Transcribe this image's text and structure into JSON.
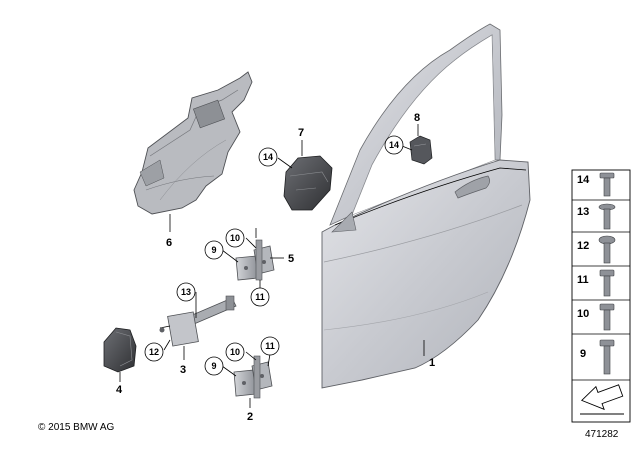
{
  "copyright": "© 2015 BMW AG",
  "diagram_number": "471282",
  "callouts": {
    "door": "1",
    "lower_hinge": "2",
    "door_check": "3",
    "buffer": "4",
    "upper_hinge": "5",
    "insulation": "6",
    "mirror_bracket": "7",
    "trim_bracket": "8"
  },
  "circled_refs": {
    "ref14_mirror": "14",
    "ref14_trim": "14",
    "ref10_upper": "10",
    "ref9_upper": "9",
    "ref11_upper": "11",
    "ref13_check": "13",
    "ref12_check": "12",
    "ref9_lower": "9",
    "ref10_lower": "10",
    "ref11_lower": "11"
  },
  "fastener_legend": [
    "14",
    "13",
    "12",
    "11",
    "10",
    "9"
  ]
}
